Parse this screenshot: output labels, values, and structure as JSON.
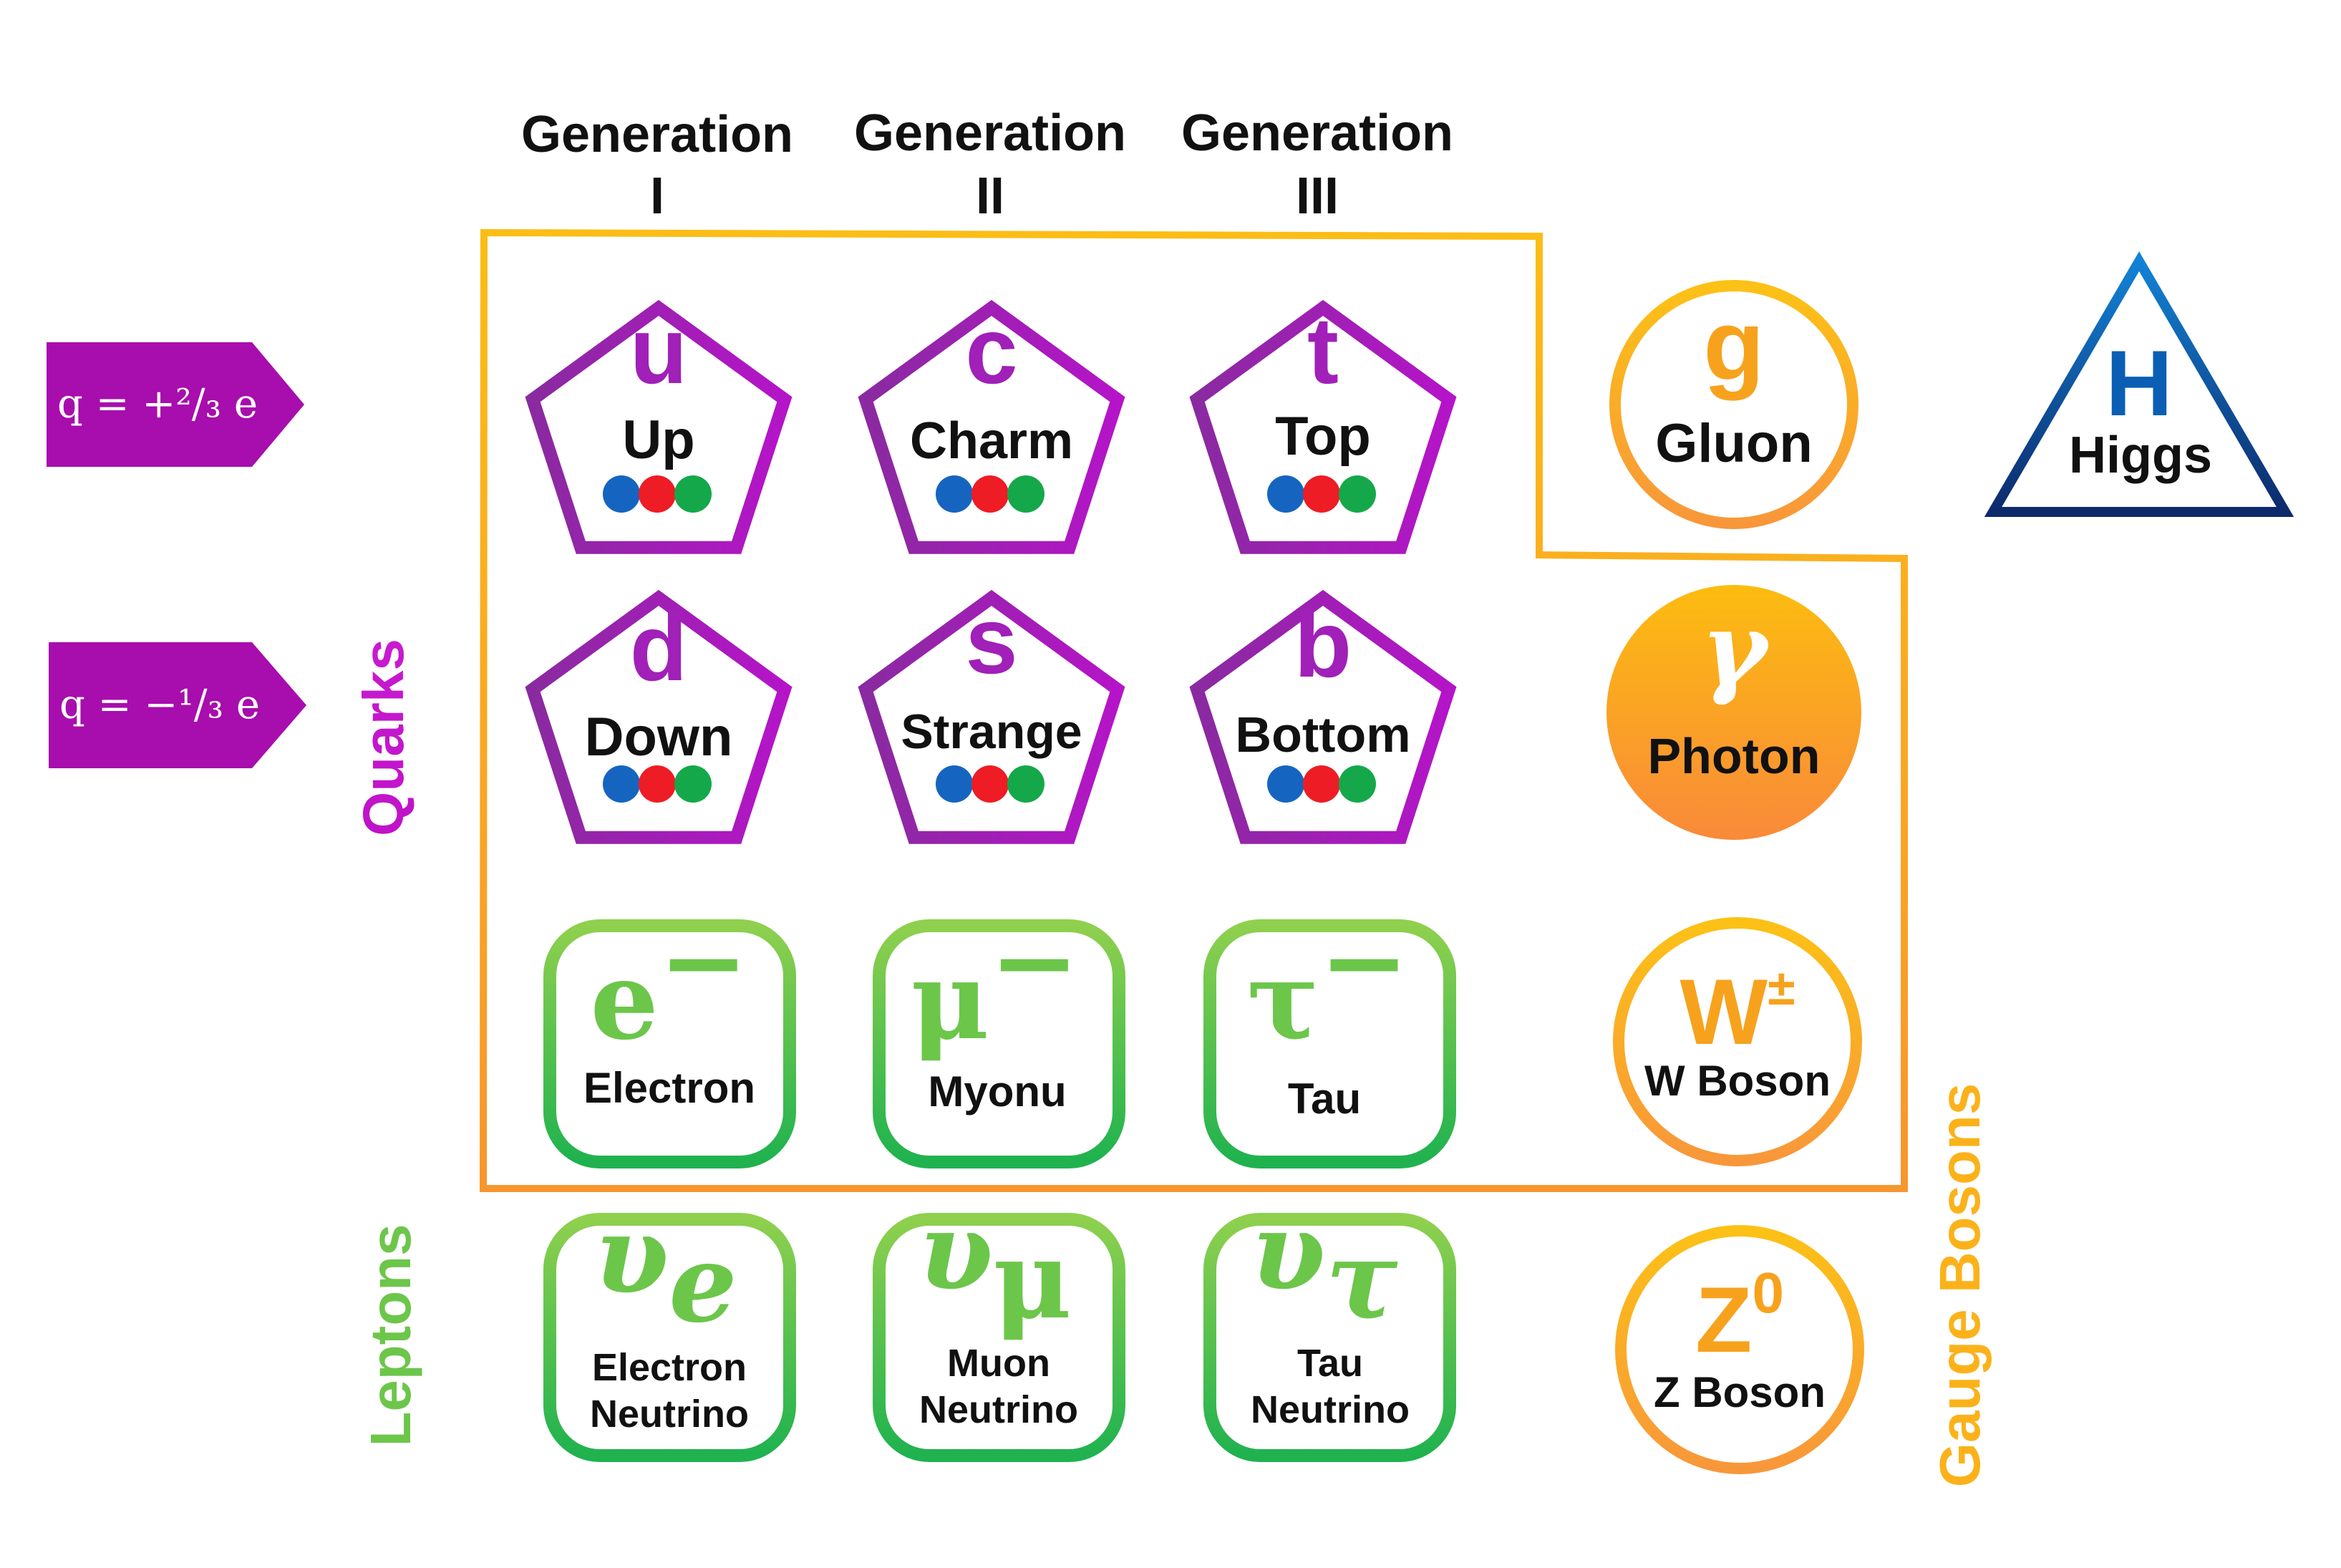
{
  "generations": [
    {
      "title": "Generation",
      "numeral": "I"
    },
    {
      "title": "Generation",
      "numeral": "II"
    },
    {
      "title": "Generation",
      "numeral": "III"
    }
  ],
  "charges": {
    "up_type": "q = +²/₃ e",
    "down_type": "q = −¹/₃ e"
  },
  "groups": {
    "quarks": "Quarks",
    "leptons": "Leptons",
    "gauge_bosons": "Gauge Bosons"
  },
  "quarks": [
    {
      "symbol": "u",
      "name": "Up"
    },
    {
      "symbol": "c",
      "name": "Charm"
    },
    {
      "symbol": "t",
      "name": "Top"
    },
    {
      "symbol": "d",
      "name": "Down"
    },
    {
      "symbol": "s",
      "name": "Strange"
    },
    {
      "symbol": "b",
      "name": "Bottom"
    }
  ],
  "leptons": [
    {
      "symbol": "e",
      "sup": "−",
      "name": "Electron"
    },
    {
      "symbol": "μ",
      "sup": "−",
      "name": "Myonu"
    },
    {
      "symbol": "τ",
      "sup": "−",
      "name": "Tau"
    }
  ],
  "neutrinos": [
    {
      "symbol": "υ",
      "sub": "e",
      "name_line1": "Electron",
      "name_line2": "Neutrino"
    },
    {
      "symbol": "υ",
      "sub": "μ",
      "name_line1": "Muon",
      "name_line2": "Neutrino"
    },
    {
      "symbol": "υ",
      "sub": "τ",
      "name_line1": "Tau",
      "name_line2": "Neutrino"
    }
  ],
  "bosons": {
    "gluon": {
      "symbol": "g",
      "name": "Gluon"
    },
    "photon": {
      "symbol": "γ",
      "name": "Photon"
    },
    "w": {
      "symbol": "W",
      "sup": "±",
      "name": "W Boson"
    },
    "z": {
      "symbol": "Z",
      "sup": "0",
      "name": "Z Boson"
    },
    "higgs": {
      "symbol": "H",
      "name": "Higgs"
    }
  },
  "colors": {
    "quark": "#a020b8",
    "lepton": "#6cc64a",
    "boson": "#f7a21d",
    "higgs": "#0a5fb4",
    "color_charge": [
      "#1565c0",
      "#ee1c24",
      "#15a84a"
    ]
  }
}
